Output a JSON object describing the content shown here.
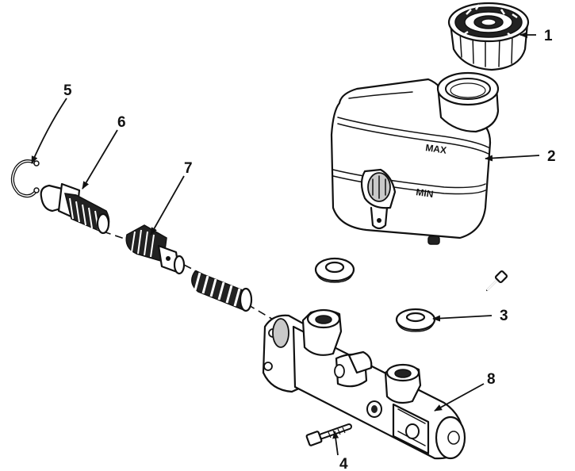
{
  "diagram": {
    "callouts": [
      {
        "id": "1",
        "label": "1"
      },
      {
        "id": "2",
        "label": "2"
      },
      {
        "id": "3",
        "label": "3"
      },
      {
        "id": "4",
        "label": "4"
      },
      {
        "id": "5",
        "label": "5"
      },
      {
        "id": "6",
        "label": "6"
      },
      {
        "id": "7",
        "label": "7"
      },
      {
        "id": "8",
        "label": "8"
      }
    ],
    "reservoir_markings": {
      "max": "MAX",
      "min": "MIN"
    }
  }
}
